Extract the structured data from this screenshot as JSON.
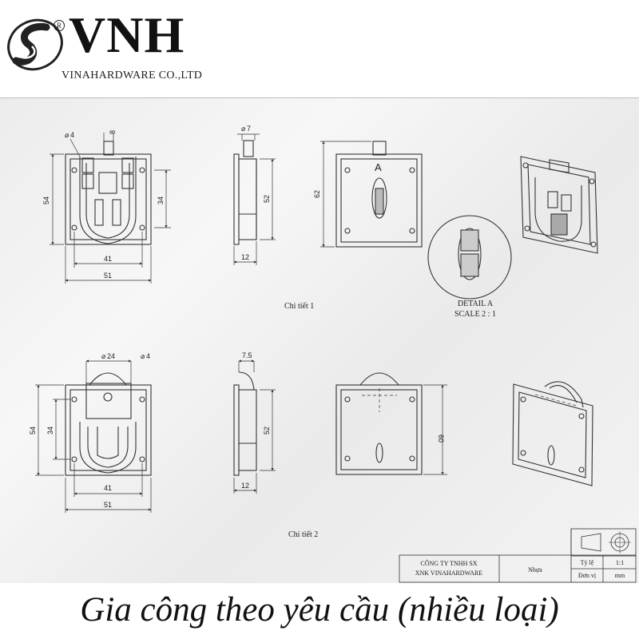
{
  "header": {
    "brand": "VNH",
    "registered_mark": "R",
    "company_name": "VINAHARDWARE CO.,LTD",
    "logo_icon": "vnh-swirl-logo-icon"
  },
  "detail1": {
    "front": {
      "dia": "4",
      "top": "8",
      "height": "54",
      "hole_span": "34",
      "inner_width": "41",
      "width": "51"
    },
    "side": {
      "dia": "7",
      "height": "52",
      "thickness": "12"
    },
    "back": {
      "height": "62",
      "view_label": "A"
    },
    "label": "Chi tiết 1",
    "detail_title": "DETAIL A",
    "detail_scale": "SCALE 2 : 1"
  },
  "detail2": {
    "front": {
      "roller_dia": "24",
      "hole_dia": "4",
      "height": "54",
      "hole_span": "34",
      "inner_width": "41",
      "width": "51"
    },
    "side": {
      "offset": "7.5",
      "height": "52",
      "thickness": "12"
    },
    "back": {
      "height": "60"
    },
    "label": "Chi tiết 2"
  },
  "title_block": {
    "company_line1": "CÔNG TY TNHH SX",
    "company_line2": "XNK VINAHARDWARE",
    "material": "Nhựa",
    "scale_label": "Tỷ lệ",
    "scale_value": "1:1",
    "unit_label": "Đơn vị",
    "unit_value": "mm"
  },
  "caption": "Gia công theo yêu cầu (nhiều loại)"
}
